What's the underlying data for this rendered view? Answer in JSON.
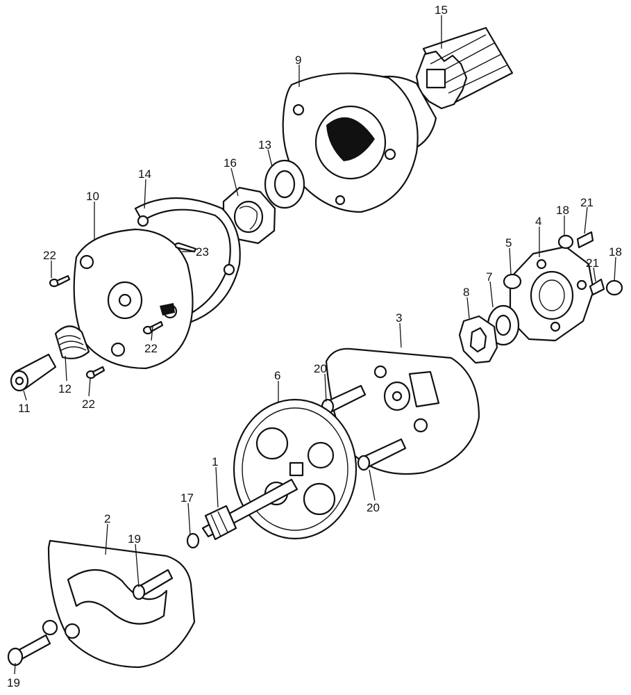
{
  "callouts": {
    "c1": "1",
    "c2": "2",
    "c3": "3",
    "c4": "4",
    "c5": "5",
    "c6": "6",
    "c7": "7",
    "c8": "8",
    "c9": "9",
    "c10": "10",
    "c11": "11",
    "c12": "12",
    "c13": "13",
    "c14": "14",
    "c15": "15",
    "c16": "16",
    "c17": "17",
    "c18a": "18",
    "c18b": "18",
    "c19a": "19",
    "c19b": "19",
    "c20a": "20",
    "c20b": "20",
    "c21a": "21",
    "c21b": "21",
    "c22a": "22",
    "c22b": "22",
    "c22c": "22",
    "c23": "23"
  }
}
